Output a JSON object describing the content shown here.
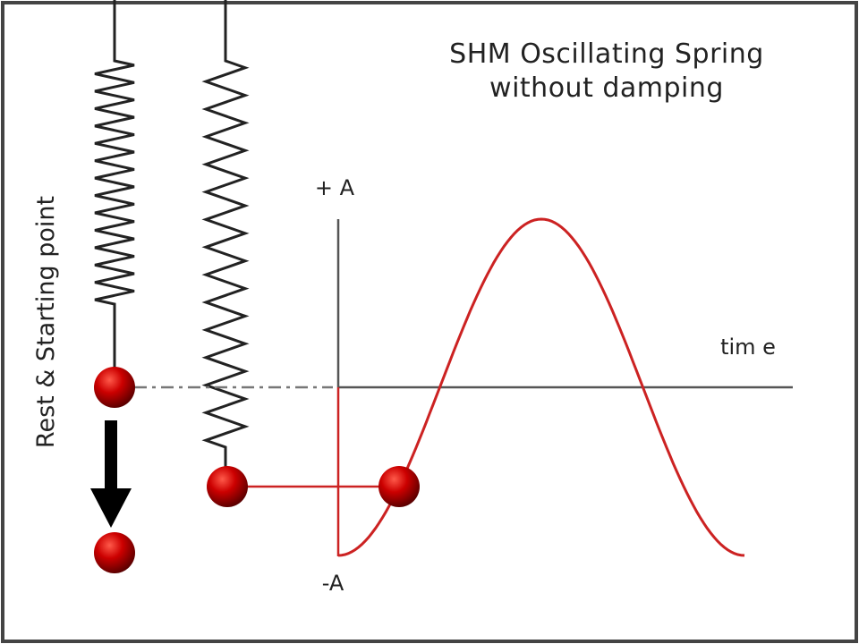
{
  "title": {
    "line1": "SHM Oscillating  Spring",
    "line2": "without damping"
  },
  "side_label": "Rest & Starting point",
  "axis": {
    "plus_label": "+ A",
    "minus_label": "-A",
    "time_label": "tim e"
  },
  "colors": {
    "frame": "#444444",
    "spring": "#222222",
    "curve": "#cc2222",
    "ball": "#cc0000",
    "ball_shadow": "#6a0000",
    "axis": "#555555",
    "dashed": "#777777",
    "arrow": "#000000"
  },
  "curve": {
    "description_free": true,
    "start_phase": "at -A then rising through 0 to +A and back down to -A"
  }
}
